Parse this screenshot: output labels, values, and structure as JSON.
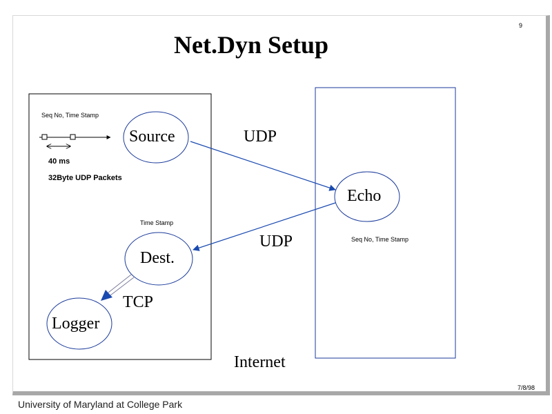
{
  "slide": {
    "title": "Net.Dyn Setup",
    "page_number": "9",
    "date": "7/8/98",
    "footer": "University of Maryland at College Park"
  },
  "diagram": {
    "left_box": {
      "seq_label": "Seq No, Time Stamp",
      "interval_label": "40 ms",
      "packet_label": "32Byte UDP Packets",
      "source_node": "Source",
      "timestamp_label": "Time Stamp",
      "dest_node": "Dest.",
      "logger_node": "Logger",
      "tcp_label": "TCP"
    },
    "right_box": {
      "echo_node": "Echo",
      "seq_label": "Seq No, Time Stamp"
    },
    "udp_out_label": "UDP",
    "udp_back_label": "UDP",
    "internet_label": "Internet",
    "colors": {
      "box_left": "#000000",
      "box_right": "#1a3a9a",
      "ellipse": "#1a3a9a",
      "arrow": "#1a4ab0"
    }
  }
}
